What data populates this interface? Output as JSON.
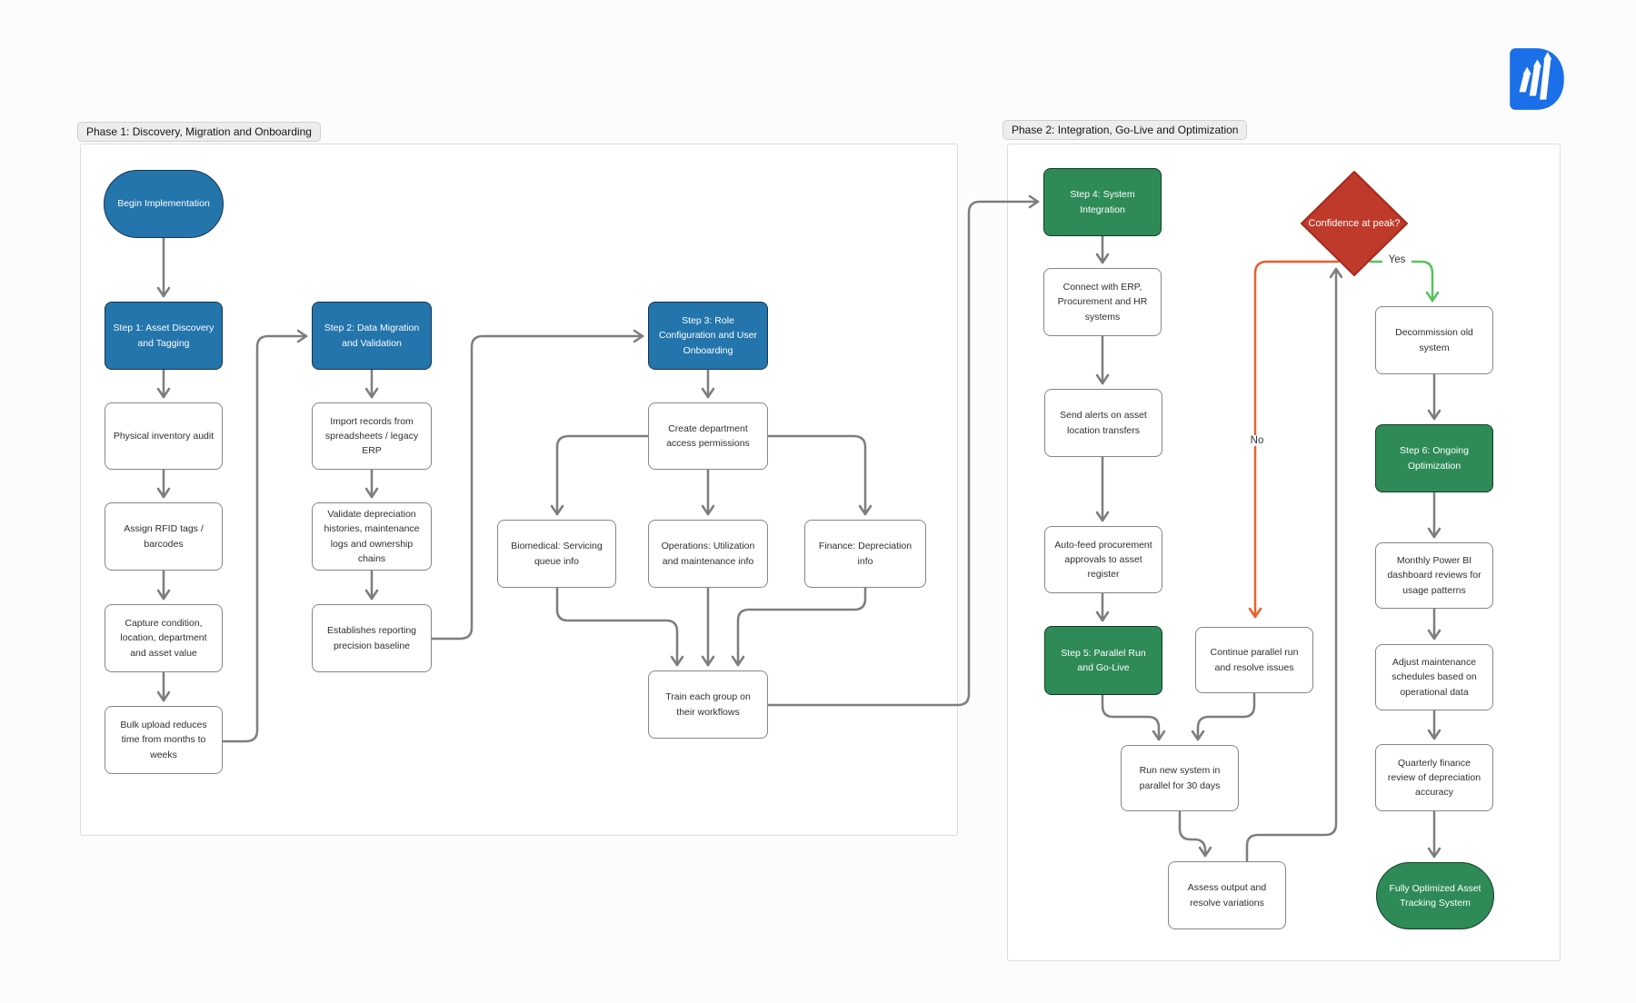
{
  "logo": {
    "name": "brand-logo",
    "color": "#1b6fe8"
  },
  "colors": {
    "step_blue": "#2375ac",
    "step_blue_border": "#16344e",
    "step_green": "#2e8b57",
    "step_green_border": "#143b25",
    "decision_red": "#bf3a2b",
    "line_gray": "#7d7d7d",
    "line_no_orange": "#e8612c",
    "line_yes_green": "#57c25f",
    "box_border_gray": "#858585"
  },
  "phase1": {
    "label": "Phase 1: Discovery, Migration and Onboarding",
    "nodes": {
      "begin": "Begin Implementation",
      "step1": "Step 1: Asset Discovery and Tagging",
      "audit": "Physical inventory audit",
      "rfid": "Assign RFID tags / barcodes",
      "capture": "Capture condition, location, department and asset value",
      "bulk": "Bulk upload reduces time from months to weeks",
      "step2": "Step 2: Data Migration and Validation",
      "import": "Import records from spreadsheets / legacy ERP",
      "validate": "Validate depreciation histories, maintenance logs and ownership chains",
      "baseline": "Establishes reporting precision baseline",
      "step3": "Step 3: Role Configuration and User Onboarding",
      "create": "Create department access permissions",
      "biomedical": "Biomedical: Servicing queue info",
      "operations": "Operations: Utilization and maintenance info",
      "finance": "Finance: Depreciation info",
      "train": "Train each group on their workflows"
    }
  },
  "phase2": {
    "label": "Phase 2: Integration, Go-Live and Optimization",
    "nodes": {
      "step4": "Step 4: System Integration",
      "connect": "Connect with ERP, Procurement and HR systems",
      "alerts": "Send alerts on asset location transfers",
      "autofeed": "Auto-feed procurement approvals to asset register",
      "step5": "Step 5: Parallel Run and Go-Live",
      "continue": "Continue parallel run and resolve issues",
      "run30": "Run new system in parallel for 30 days",
      "assess": "Assess output and resolve variations",
      "confidence": "Confidence at peak?",
      "decommission": "Decommission old system",
      "step6": "Step 6: Ongoing Optimization",
      "monthly": "Monthly Power BI dashboard reviews for usage patterns",
      "adjust": "Adjust maintenance schedules based on operational data",
      "quarterly": "Quarterly finance review of depreciation accuracy",
      "final": "Fully Optimized Asset Tracking System"
    },
    "edge_labels": {
      "yes": "Yes",
      "no": "No"
    }
  },
  "edges": [
    {
      "from": "begin",
      "to": "step1"
    },
    {
      "from": "step1",
      "to": "audit"
    },
    {
      "from": "audit",
      "to": "rfid"
    },
    {
      "from": "rfid",
      "to": "capture"
    },
    {
      "from": "capture",
      "to": "bulk"
    },
    {
      "from": "bulk",
      "to": "step2"
    },
    {
      "from": "step2",
      "to": "import"
    },
    {
      "from": "import",
      "to": "validate"
    },
    {
      "from": "validate",
      "to": "baseline"
    },
    {
      "from": "baseline",
      "to": "step3"
    },
    {
      "from": "step3",
      "to": "create"
    },
    {
      "from": "create",
      "to": "biomedical"
    },
    {
      "from": "create",
      "to": "operations"
    },
    {
      "from": "create",
      "to": "finance"
    },
    {
      "from": "biomedical",
      "to": "train"
    },
    {
      "from": "operations",
      "to": "train"
    },
    {
      "from": "finance",
      "to": "train"
    },
    {
      "from": "train",
      "to": "step4"
    },
    {
      "from": "step4",
      "to": "connect"
    },
    {
      "from": "connect",
      "to": "alerts"
    },
    {
      "from": "alerts",
      "to": "autofeed"
    },
    {
      "from": "autofeed",
      "to": "step5"
    },
    {
      "from": "step5",
      "to": "run30"
    },
    {
      "from": "continue",
      "to": "run30"
    },
    {
      "from": "run30",
      "to": "assess"
    },
    {
      "from": "assess",
      "to": "confidence"
    },
    {
      "from": "confidence",
      "to": "continue",
      "label": "No"
    },
    {
      "from": "confidence",
      "to": "decommission",
      "label": "Yes"
    },
    {
      "from": "decommission",
      "to": "step6"
    },
    {
      "from": "step6",
      "to": "monthly"
    },
    {
      "from": "monthly",
      "to": "adjust"
    },
    {
      "from": "adjust",
      "to": "quarterly"
    },
    {
      "from": "quarterly",
      "to": "final"
    }
  ]
}
